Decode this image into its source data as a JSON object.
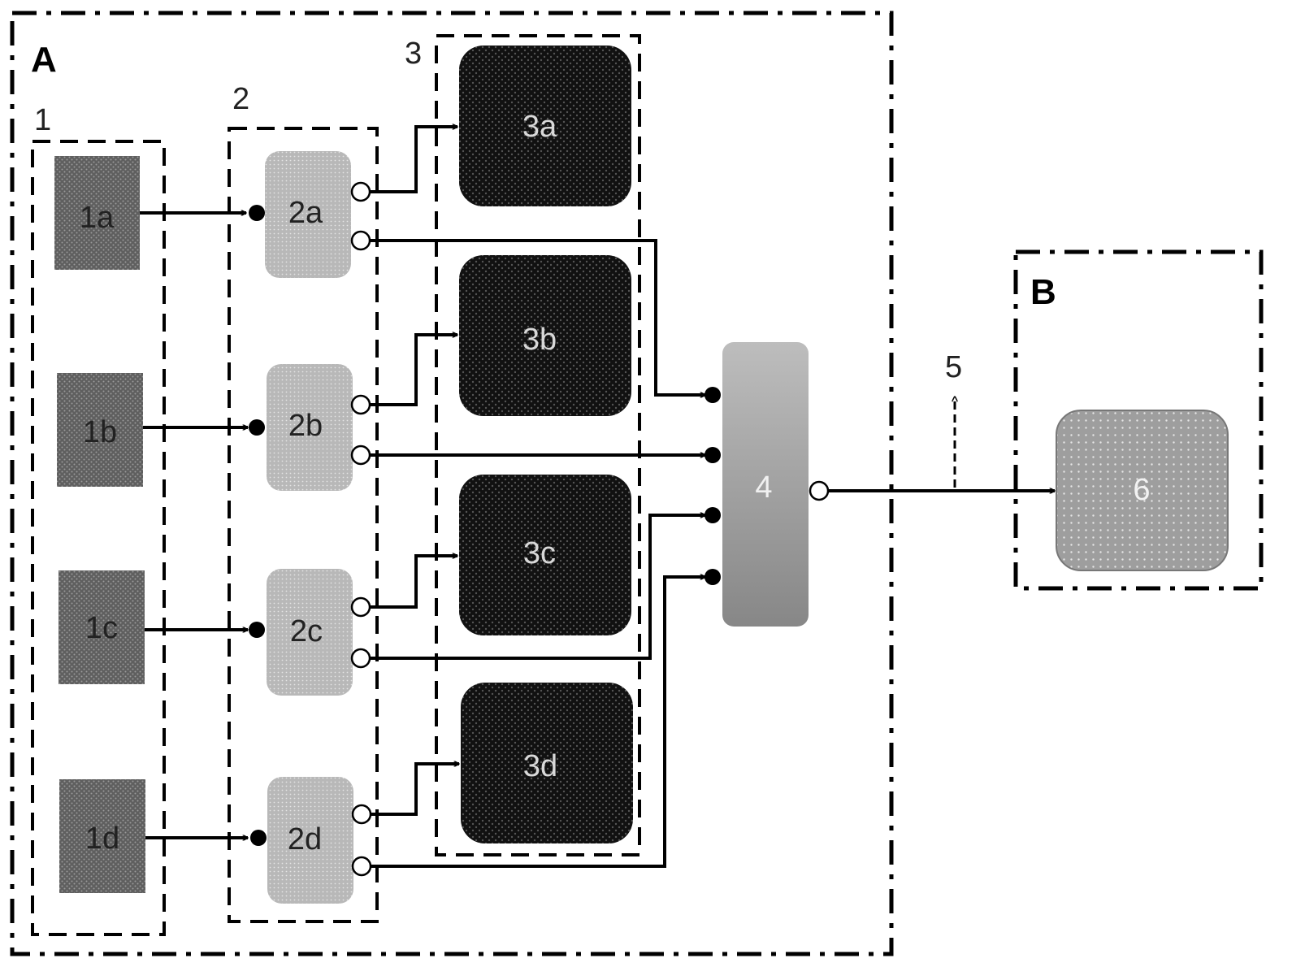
{
  "regions": {
    "A": "A",
    "B": "B"
  },
  "groups": {
    "g1": "1",
    "g2": "2",
    "g3": "3"
  },
  "sensors": [
    "1a",
    "1b",
    "1c",
    "1d"
  ],
  "processors": [
    "2a",
    "2b",
    "2c",
    "2d"
  ],
  "modules": [
    "3a",
    "3b",
    "3c",
    "3d"
  ],
  "hub": "4",
  "output_label": "5",
  "receiver": "6",
  "colors": {
    "sensor": "#6e6e6e",
    "processor": "#c4c4c4",
    "module": "#141414",
    "hub_top": "#bdbdbd",
    "hub_bottom": "#8a8a8a",
    "receiver": "#9e9e9e",
    "line": "#000000"
  }
}
